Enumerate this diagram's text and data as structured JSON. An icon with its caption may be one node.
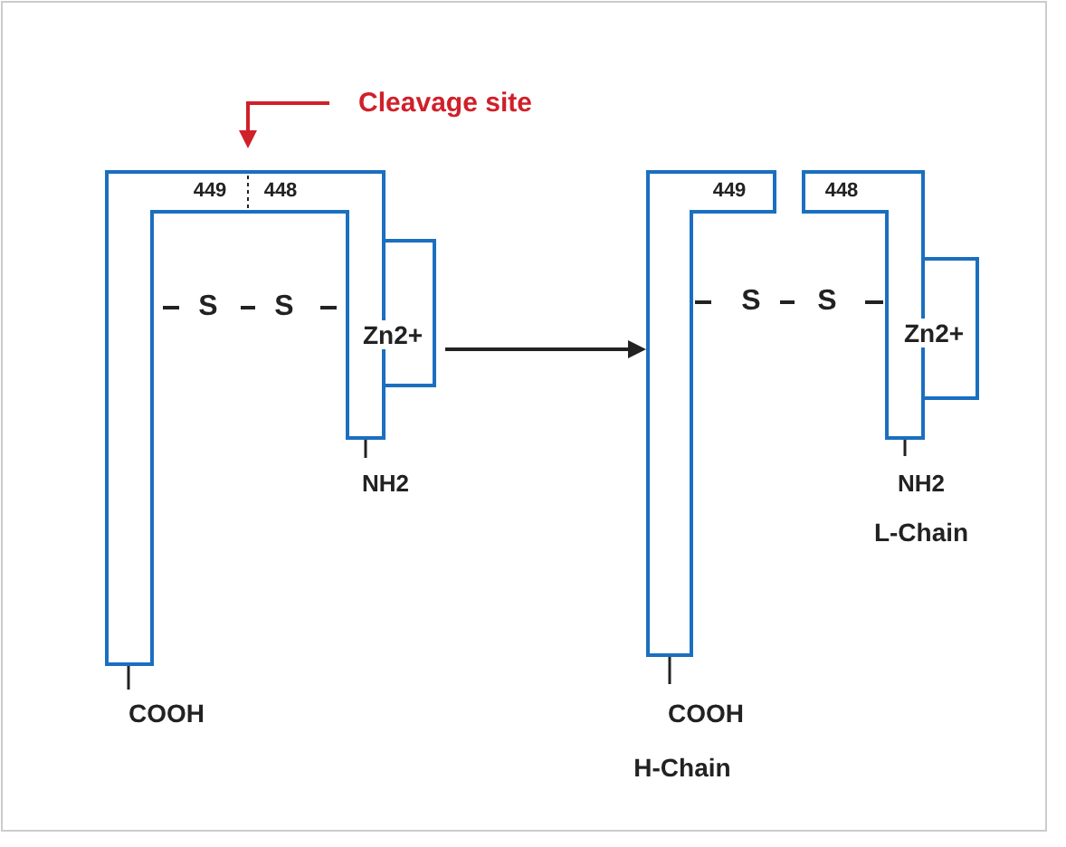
{
  "diagram": {
    "nodes": [
      {
        "text": [
          "449",
          "448"
        ],
        "beside": [
          "S",
          "S",
          "Zn2+",
          "NH2",
          "COOH"
        ]
      },
      {
        "text": [
          "449"
        ],
        "beside": [
          "S",
          "COOH",
          "H-Chain"
        ]
      },
      {
        "text": [
          "448"
        ],
        "beside": [
          "S",
          "Zn2+",
          "NH2",
          "L-Chain"
        ]
      },
      {
        "text": [
          "Cleavage site"
        ]
      }
    ],
    "edges": [
      {
        "from": 0,
        "to": 1,
        "arrow": "to"
      },
      {
        "from": 3,
        "to": 0,
        "arrow": "to",
        "color": "#d0202a"
      }
    ]
  }
}
